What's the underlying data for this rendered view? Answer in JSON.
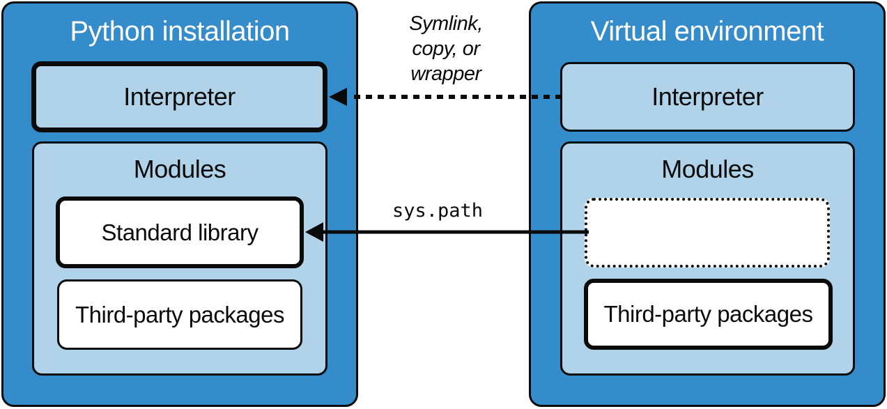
{
  "left": {
    "title": "Python installation",
    "interpreter": "Interpreter",
    "modules": {
      "title": "Modules",
      "standard_library": "Standard library",
      "third_party": "Third-party packages"
    }
  },
  "right": {
    "title": "Virtual environment",
    "interpreter": "Interpreter",
    "modules": {
      "title": "Modules",
      "placeholder": "",
      "third_party": "Third-party packages"
    }
  },
  "connections": {
    "interpreter_link": {
      "label_lines": [
        "Symlink,",
        "copy, or",
        "wrapper"
      ],
      "style": "dotted"
    },
    "modules_link": {
      "label": "sys.path",
      "style": "solid"
    }
  },
  "colors": {
    "outer_fill": "#358ccb",
    "inner_fill": "#b0d3ea",
    "box_fill": "#ffffff",
    "stroke": "#0a0a0a"
  }
}
